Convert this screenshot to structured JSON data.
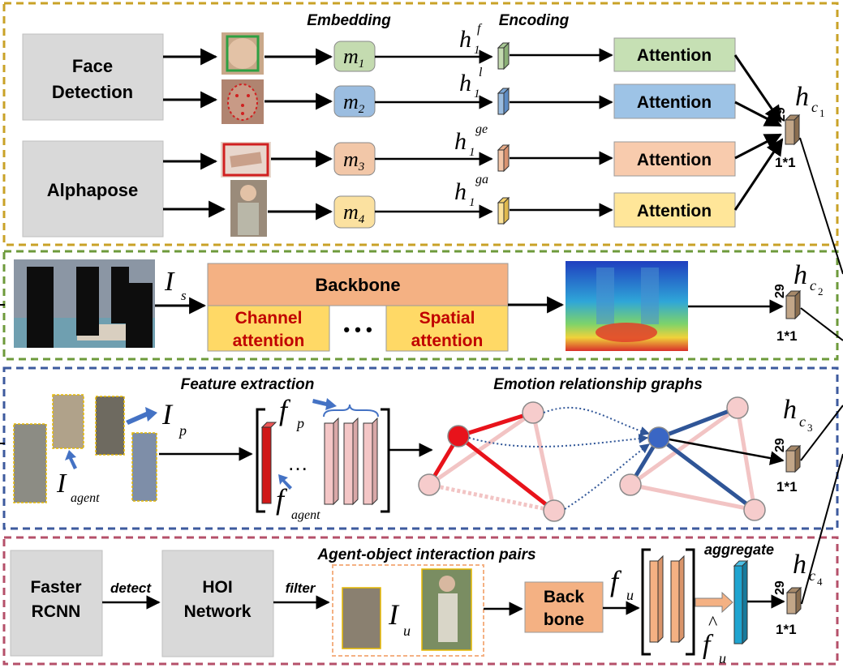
{
  "panels": {
    "p1": {
      "heading_embedding": "Embedding",
      "heading_encoding": "Encoding",
      "face_detection": [
        "Face",
        "Detection"
      ],
      "alphapose": "Alphapose",
      "modules": [
        {
          "base": "m",
          "sub": "1",
          "color": "#c4dbb0"
        },
        {
          "base": "m",
          "sub": "2",
          "color": "#9bbde0"
        },
        {
          "base": "m",
          "sub": "3",
          "color": "#f2c7a8"
        },
        {
          "base": "m",
          "sub": "4",
          "color": "#fbe1a0"
        }
      ],
      "h_labels": [
        {
          "base": "h",
          "sub": "1",
          "sup": "f"
        },
        {
          "base": "h",
          "sub": "1",
          "sup": "l"
        },
        {
          "base": "h",
          "sub": "1",
          "sup": "ge"
        },
        {
          "base": "h",
          "sub": "1",
          "sup": "ga"
        }
      ],
      "attention": [
        {
          "label": "Attention",
          "color": "#c6e0b4"
        },
        {
          "label": "Attention",
          "color": "#9dc3e6"
        },
        {
          "label": "Attention",
          "color": "#f8cbad"
        },
        {
          "label": "Attention",
          "color": "#ffe699"
        }
      ],
      "output": {
        "base": "h",
        "sub": "c",
        "subsub": "1",
        "dim": "29",
        "size": "1*1"
      },
      "border_color": "#c9a227"
    },
    "p2": {
      "input_label": {
        "base": "I",
        "sub": "s"
      },
      "backbone": "Backbone",
      "channel_attention": [
        "Channel",
        "attention"
      ],
      "spatial_attention": [
        "Spatial",
        "attention"
      ],
      "ellipsis": "• • •",
      "output": {
        "base": "h",
        "sub": "c",
        "subsub": "2",
        "dim": "29",
        "size": "1*1"
      },
      "border_color": "#6d9a3b"
    },
    "p3": {
      "heading_feature": "Feature extraction",
      "heading_graphs": "Emotion relationship graphs",
      "ip_label": {
        "base": "I",
        "sub": "p"
      },
      "iagent_label": {
        "base": "I",
        "sub": "agent"
      },
      "fp_label": {
        "base": "f",
        "sub": "p"
      },
      "fagent_label": {
        "base": "f",
        "sub": "agent"
      },
      "dots": "…",
      "output": {
        "base": "h",
        "sub": "c",
        "subsub": "3",
        "dim": "29",
        "size": "1*1"
      },
      "border_color": "#3d5a9e"
    },
    "p4": {
      "faster_rcnn": [
        "Faster",
        "RCNN"
      ],
      "detect": "detect",
      "hoi_network": [
        "HOI",
        "Network"
      ],
      "filter": "filter",
      "heading_pairs": "Agent-object interaction pairs",
      "iu_label": {
        "base": "I",
        "sub": "u"
      },
      "back_bone": [
        "Back",
        "bone"
      ],
      "fu_label": {
        "base": "f",
        "sub": "u"
      },
      "fu_hat_label": {
        "base": "f",
        "sub": "u"
      },
      "aggregate": "aggregate",
      "output": {
        "base": "h",
        "sub": "c",
        "subsub": "4",
        "dim": "29",
        "size": "1*1"
      },
      "border_color": "#b5506a"
    }
  }
}
